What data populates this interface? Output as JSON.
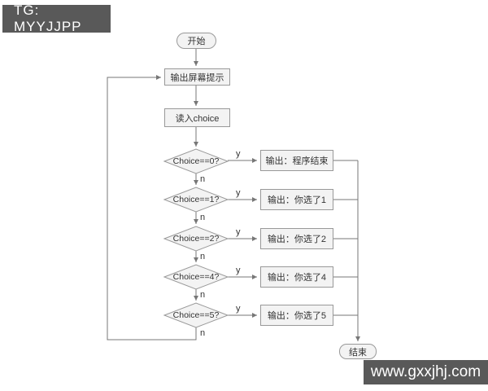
{
  "watermarks": {
    "tg": "TG: MYYJJPP",
    "site": "www.gxxjhj.com"
  },
  "flow": {
    "start": "开始",
    "prompt": "输出屏幕提示",
    "read": "读入choice",
    "rows": [
      {
        "decision": "Choice==0?",
        "output": "输出：程序结束"
      },
      {
        "decision": "Choice==1?",
        "output": "输出：你选了1"
      },
      {
        "decision": "Choice==2?",
        "output": "输出：你选了2"
      },
      {
        "decision": "Choice==4?",
        "output": "输出：你选了4"
      },
      {
        "decision": "Choice==5?",
        "output": "输出：你选了5"
      }
    ],
    "yes_label": "y",
    "no_label": "n",
    "end": "结束"
  },
  "colors": {
    "node_fill": "#f3f3f3",
    "node_border": "#999999",
    "line": "#777777",
    "watermark_bg": "#595959",
    "text": "#333333"
  }
}
